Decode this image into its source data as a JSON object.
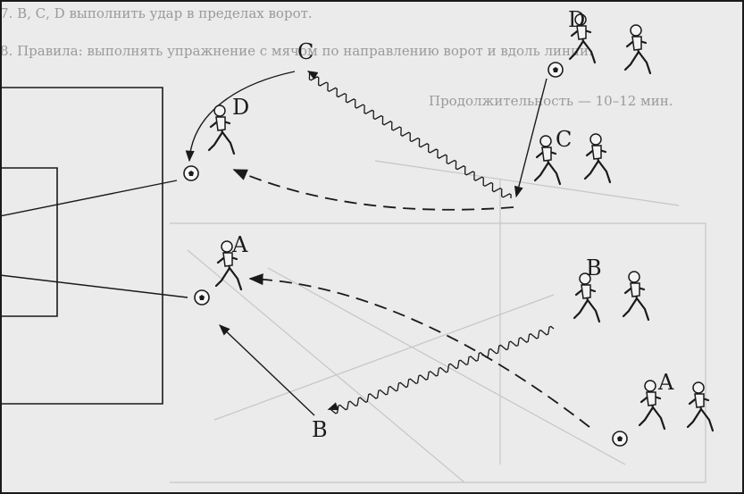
{
  "header": {
    "line_7": "7. В, С, D выполнить удар в пределах ворот.",
    "line_8": "8. Правила: выполнять упражнение с мячом по направлению ворот и вдоль линии.",
    "duration": "Продолжительность — 10–12 мин."
  },
  "labels": {
    "C_top": "C",
    "D_left": "D",
    "A_left": "A",
    "B_bottom": "B",
    "D_top_right": "D",
    "C_right": "C",
    "B_right": "B",
    "A_right": "A"
  },
  "colors": {
    "paper": "#ebebeb",
    "ink": "#1a1a1a",
    "faint": "#a8a8a8"
  },
  "icons": {
    "ball": "soccer-ball-icon",
    "player": "running-player-icon"
  }
}
